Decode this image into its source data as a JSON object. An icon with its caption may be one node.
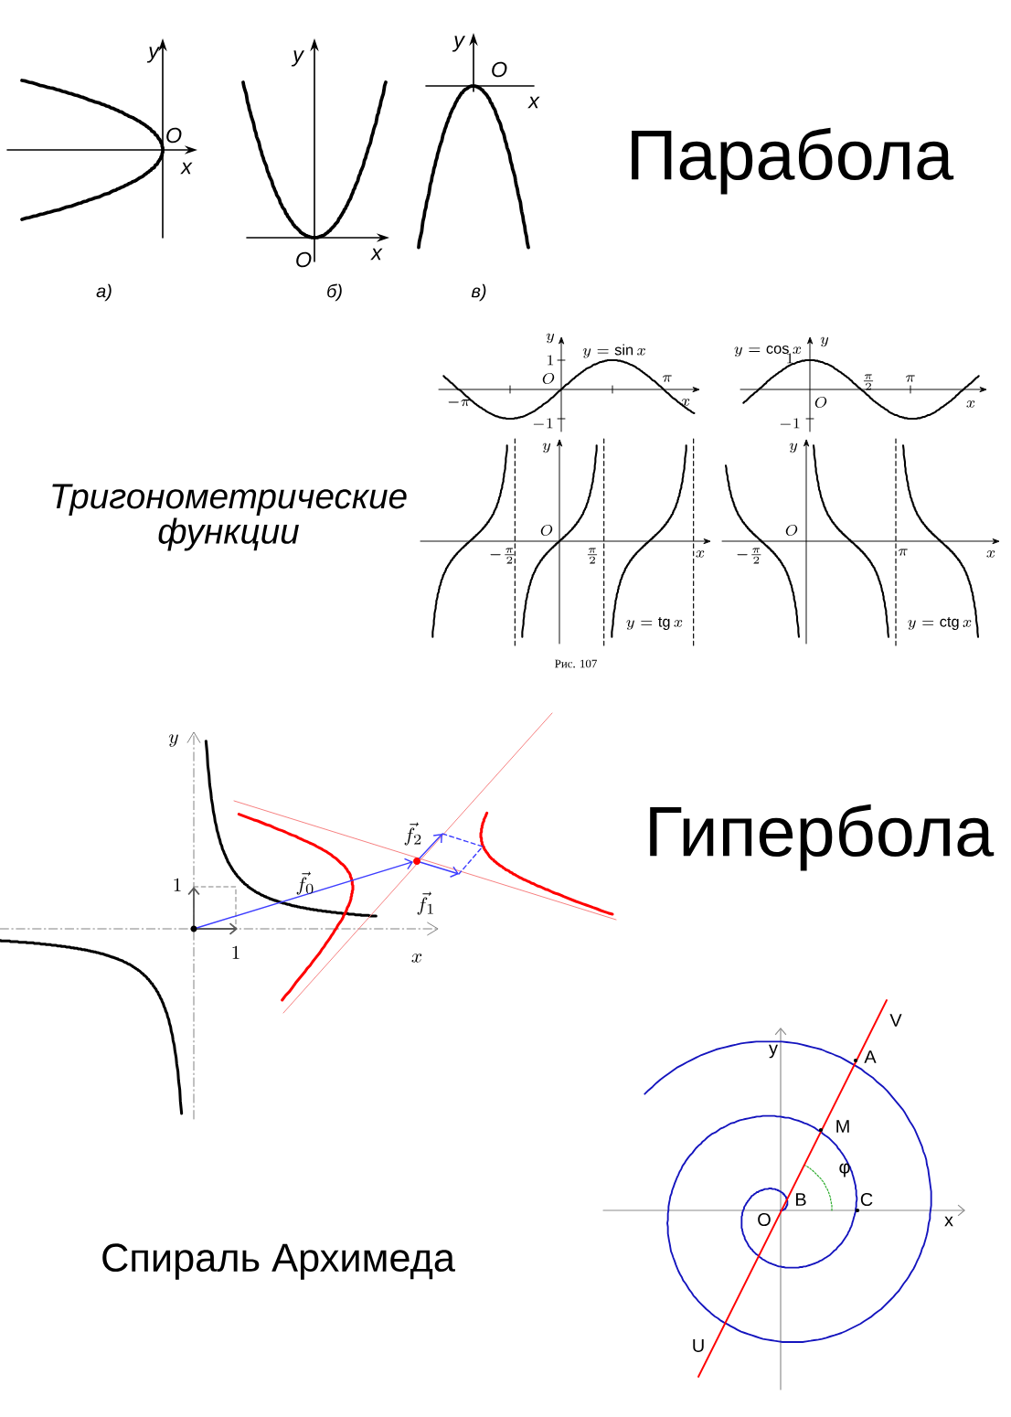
{
  "diagram": {
    "labels": [
      "y",
      "O",
      "x",
      "y",
      "O",
      "x",
      "y",
      "O",
      "x",
      "а)",
      "б)",
      "в)",
      "Парабола",
      "y",
      "y=\\sin x",
      "1",
      "O",
      "-\\pi",
      "\\pi",
      "x",
      "-1",
      "y=\\cos x",
      "y",
      "1",
      "\\frac{\\pi}{2}",
      "\\pi",
      "O",
      "x",
      "-1",
      "Тригонометрические функции",
      "y",
      "O",
      "-\\frac{\\pi}{2}",
      "\\frac{\\pi}{2}",
      "x",
      "y=\\operatorname{tg} x",
      "y",
      "O",
      "-\\frac{\\pi}{2}",
      "\\pi",
      "x",
      "y=\\operatorname{ctg} x",
      "Рис. 107",
      "y",
      "\\vec{f}_2",
      "\\vec{f}_0",
      "1",
      "\\vec{f}_1",
      "1",
      "x",
      "Гипербола",
      "V",
      "y",
      "A",
      "M",
      "φ",
      "B",
      "C",
      "O",
      "x",
      "U",
      "Спираль Архимеда"
    ]
  }
}
